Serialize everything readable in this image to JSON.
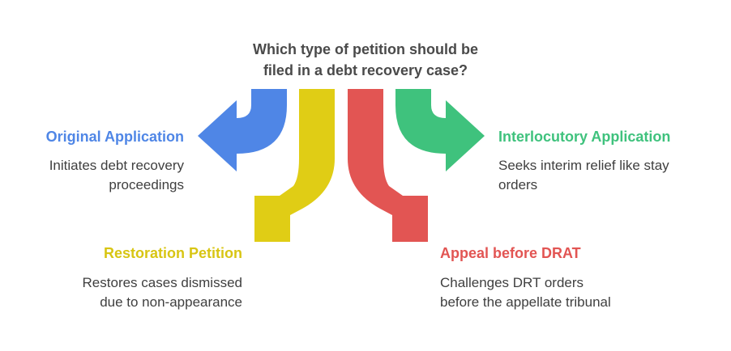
{
  "title": {
    "line1": "Which type of petition should be",
    "line2": "filed in a debt recovery case?"
  },
  "branches": [
    {
      "heading": "Original Application",
      "description_line1": "Initiates debt recovery",
      "description_line2": "proceedings",
      "color": "#4f86e6"
    },
    {
      "heading": "Restoration Petition",
      "description_line1": "Restores cases dismissed",
      "description_line2": "due to non-appearance",
      "color": "#e0cd15"
    },
    {
      "heading": "Appeal before DRAT",
      "description_line1": "Challenges DRT orders",
      "description_line2": "before the appellate tribunal",
      "color": "#e25553"
    },
    {
      "heading": "Interlocutory Application",
      "description_line1": "Seeks interim relief like stay",
      "description_line2": "orders",
      "color": "#3fc27d"
    }
  ]
}
